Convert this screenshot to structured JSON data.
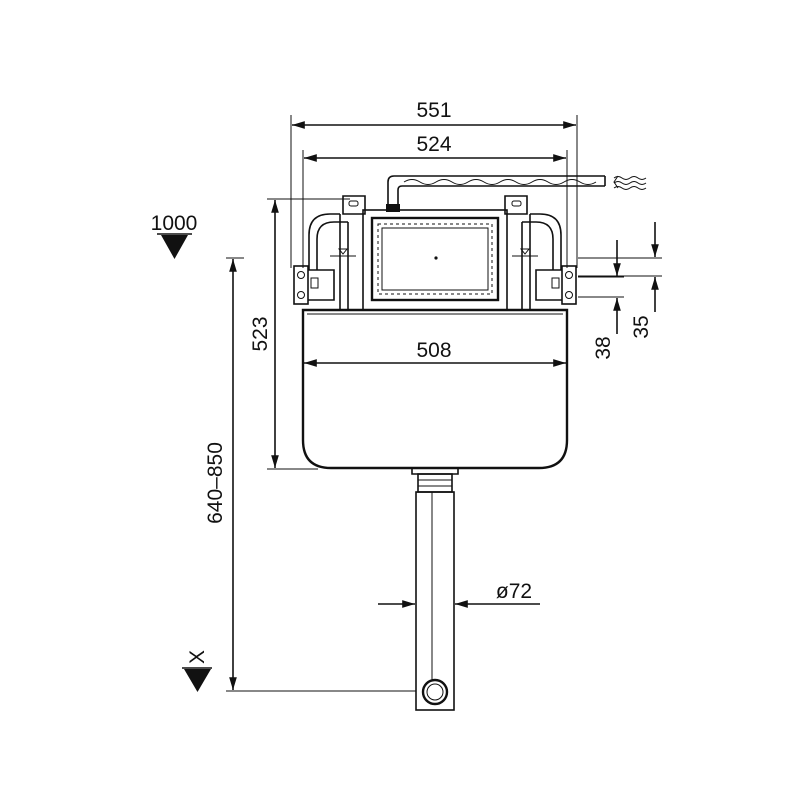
{
  "dimensions": {
    "overall_width": "551",
    "inner_width": "524",
    "height": "523",
    "tank_width": "508",
    "dim_38": "38",
    "dim_35": "35",
    "install_range": "640–850",
    "pipe_diameter": "ø72"
  },
  "levels": {
    "top_level": "1000",
    "bottom_level": "X"
  }
}
